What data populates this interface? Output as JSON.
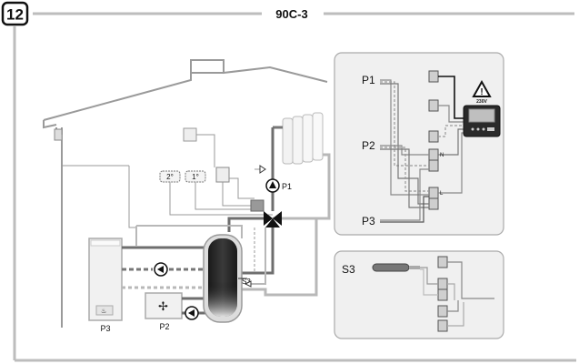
{
  "header": {
    "step_number": "12",
    "model": "90C-3"
  },
  "house_scheme": {
    "labels": {
      "pump_p1": "P1",
      "sensor_s3": "S3",
      "boiler_p3": "P3",
      "boiler_p2": "P2",
      "thermostat_2": "2°",
      "thermostat_1": "1°"
    }
  },
  "wiring_panel": {
    "pump_labels": [
      "P1",
      "P2",
      "P3"
    ],
    "terminal_labels": {
      "neutral": "N",
      "live": "L"
    },
    "warning_voltage": "230V"
  },
  "sensor_panel": {
    "label": "S3"
  },
  "colors": {
    "frame_line": "#bdbdbd",
    "panel_bg": "#f0f0f0",
    "pipe_dark": "#6e6e6e",
    "pipe_light": "#b8b8b8",
    "wire": "#9a9a9a"
  },
  "icons": [
    "warning-triangle-icon",
    "pump-icon",
    "three-way-valve-icon",
    "flame-icon",
    "heat-pump-fan-icon"
  ]
}
